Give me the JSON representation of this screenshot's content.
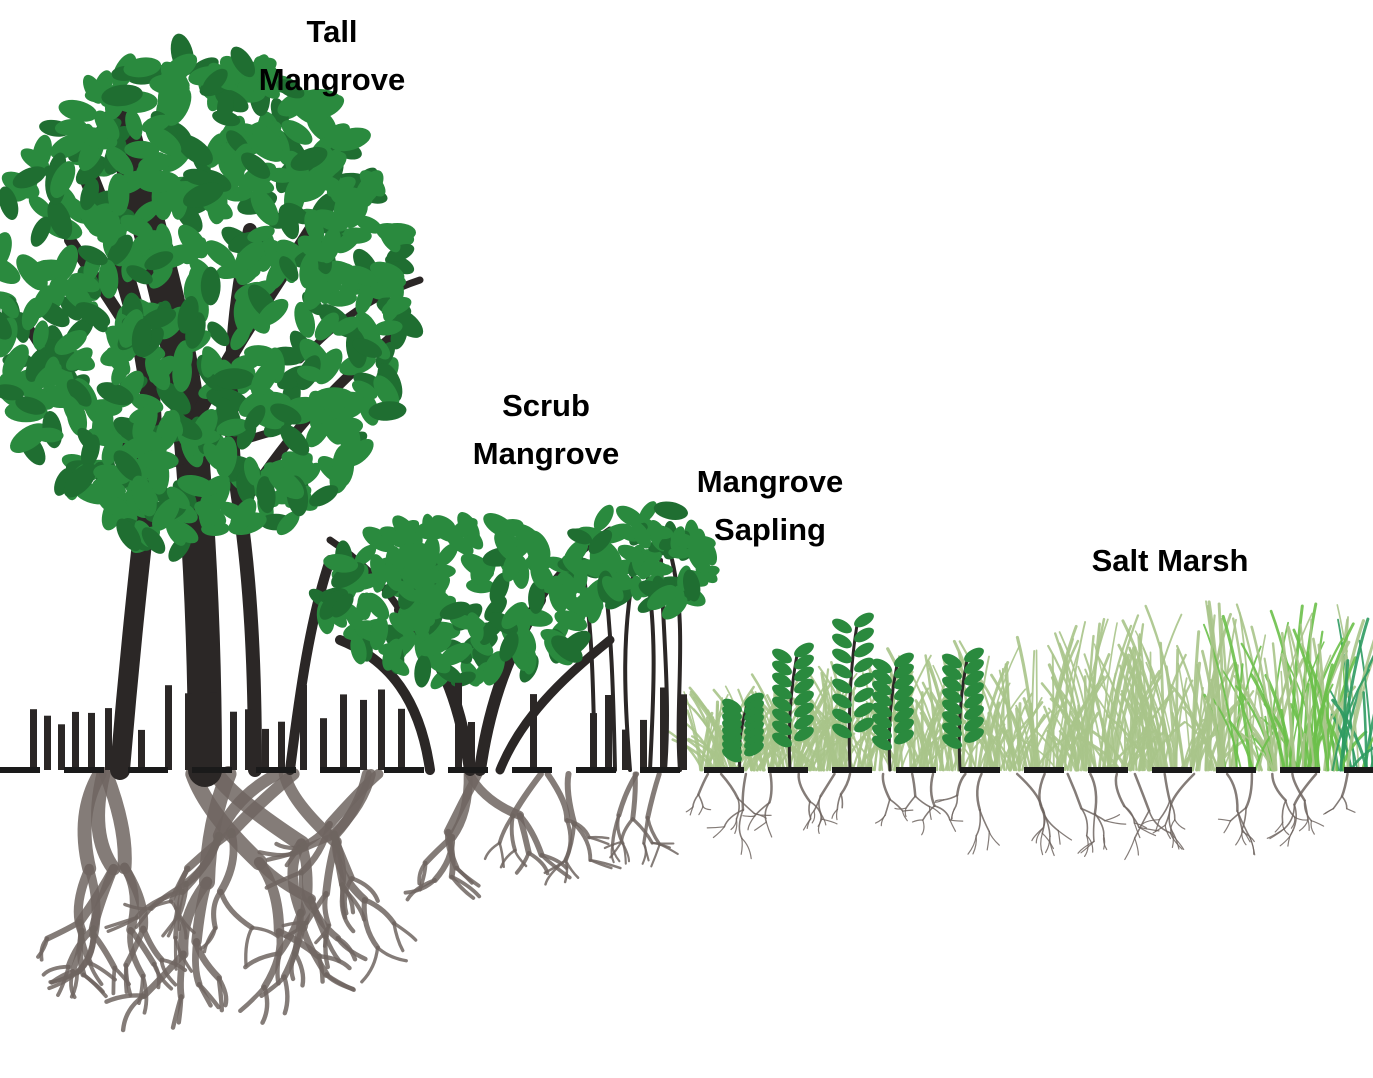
{
  "labels": {
    "tall_mangrove": [
      "Tall",
      "Mangrove"
    ],
    "scrub_mangrove": [
      "Scrub",
      "Mangrove"
    ],
    "mangrove_sapling": [
      "Mangrove",
      "Sapling"
    ],
    "salt_marsh": [
      "Salt Marsh"
    ]
  },
  "colors": {
    "leaf": "#2a8a3e",
    "leaf_dark": "#1f6e31",
    "trunk": "#2b2726",
    "root": "#6e6560",
    "grass": "#a9c48a",
    "grass_bright": "#6cc04a",
    "grass_teal": "#2f9b62",
    "ground": "#1a1a1a"
  },
  "icons": {
    "tree": "mangrove-tree-icon",
    "pneumatophore": "pneumatophore-icon",
    "grass": "marsh-grass-icon",
    "root": "root-icon"
  }
}
